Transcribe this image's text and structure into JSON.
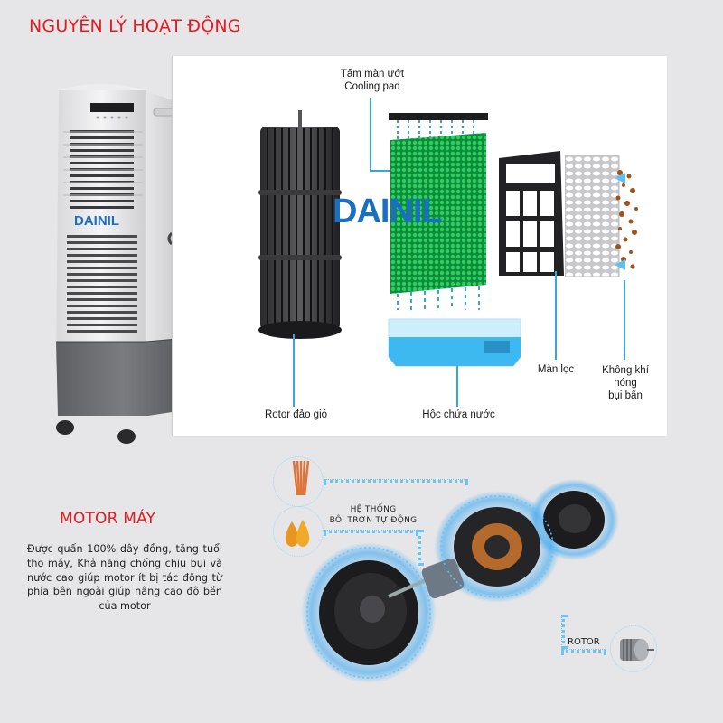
{
  "header": {
    "title": "NGUYÊN LÝ HOẠT ĐỘNG"
  },
  "brand": {
    "logo": "DAINIL",
    "color": "#1b6fc2"
  },
  "diagram": {
    "labels": {
      "cooling_pad_vi": "Tấm màn ướt",
      "cooling_pad_en": "Cooling pad",
      "rotor": "Rotor đảo gió",
      "water_tank": "Hộc chứa nước",
      "filter": "Màn lọc",
      "hot_air_line1": "Không khí",
      "hot_air_line2": "nóng",
      "hot_air_line3": "bụi bẩn"
    }
  },
  "motor": {
    "title": "MOTOR MÁY",
    "description": "Được quấn 100% dây đồng, tăng tuổi thọ máy, Khả năng chống chịu bụi và nước cao giúp motor ít bị tác động từ phía bên ngoài giúp nâng cao độ bền của motor",
    "lubrication_line1": "HỆ THỐNG",
    "lubrication_line2": "BÔI TRƠN TỰ ĐỘNG",
    "rotor_label": "ROTOR"
  },
  "colors": {
    "accent_red": "#e8191f",
    "leader_blue": "#3aa4e0",
    "pad_green": "#1faa4a",
    "water_blue": "#3db8f0"
  }
}
